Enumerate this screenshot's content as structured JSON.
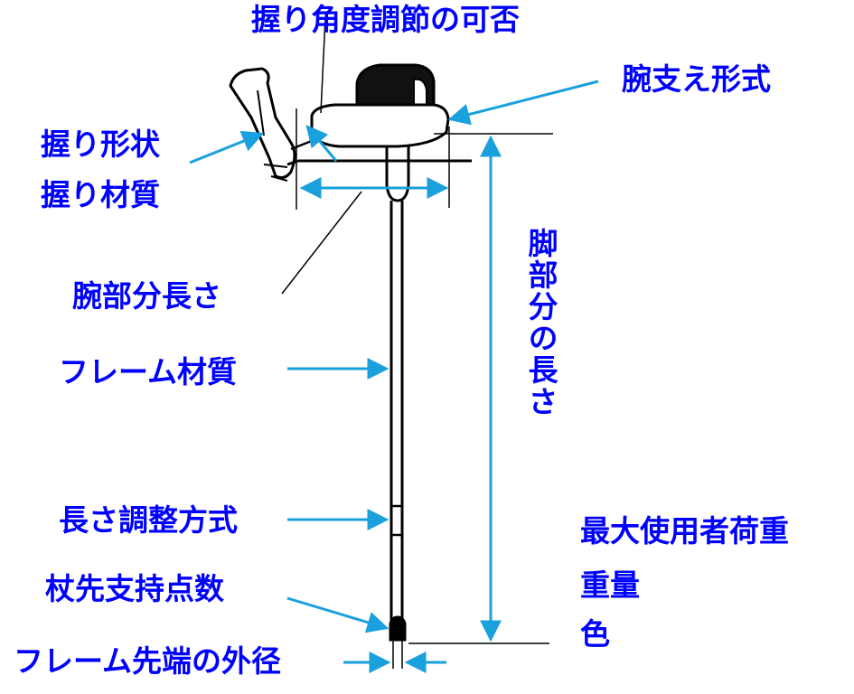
{
  "labels": {
    "grip_angle": "握り角度調節の可否",
    "arm_support": "腕支え形式",
    "grip_shape": "握り形状",
    "grip_material": "握り材質",
    "arm_length": "腕部分長さ",
    "leg_length": "脚部分の長さ",
    "frame_material": "フレーム材質",
    "length_adjust": "長さ調整方式",
    "tip_points": "杖先支持点数",
    "tip_diameter": "フレーム先端の外径",
    "max_load": "最大使用者荷重",
    "weight": "重量",
    "color": "色"
  },
  "colors": {
    "label": "#0000ff",
    "arrow": "#1aa0dc",
    "line": "#000000"
  }
}
